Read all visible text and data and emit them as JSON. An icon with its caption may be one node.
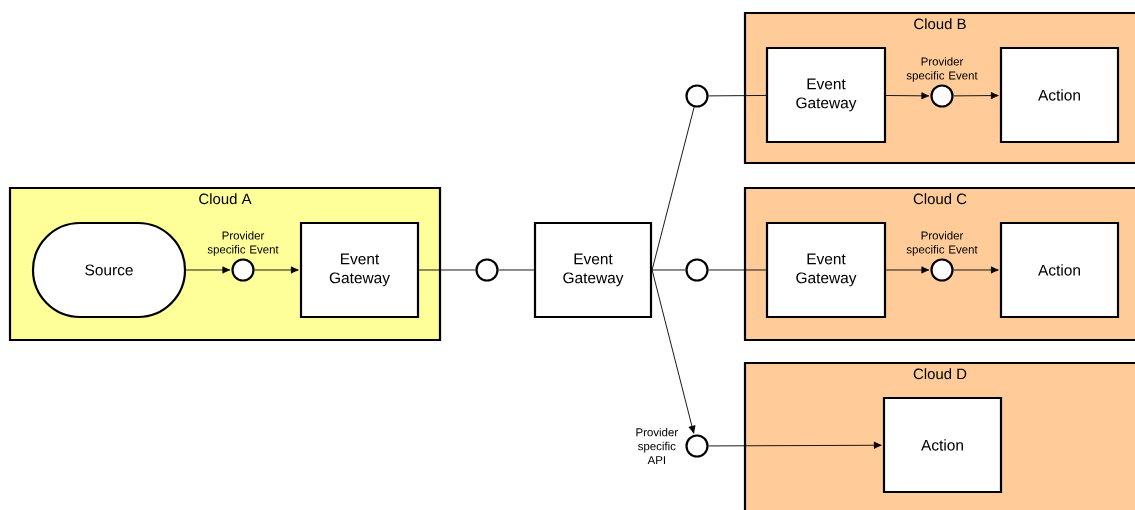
{
  "diagram": {
    "nodes": [
      {
        "text": [
          "Cloud A"
        ]
      },
      {
        "text": [
          "Source"
        ],
        "in": 0
      },
      {
        "text": [],
        "shape": "circle",
        "in": 0,
        "beside": [
          "Provider specific Event"
        ]
      },
      {
        "text": [
          "Event Gateway"
        ],
        "in": 0
      },
      {
        "text": [],
        "shape": "circle"
      },
      {
        "text": [
          "Event Gateway"
        ]
      },
      {
        "text": [
          "Cloud B"
        ]
      },
      {
        "text": [],
        "shape": "circle"
      },
      {
        "text": [
          "Event Gateway"
        ],
        "in": 6
      },
      {
        "text": [],
        "shape": "circle",
        "in": 6,
        "beside": [
          "Provider specific Event"
        ]
      },
      {
        "text": [
          "Action"
        ],
        "in": 6
      },
      {
        "text": [
          "Cloud C"
        ]
      },
      {
        "text": [],
        "shape": "circle"
      },
      {
        "text": [
          "Event Gateway"
        ],
        "in": 11
      },
      {
        "text": [],
        "shape": "circle",
        "in": 11,
        "beside": [
          "Provider specific Event"
        ]
      },
      {
        "text": [
          "Action"
        ],
        "in": 11
      },
      {
        "text": [
          "Cloud D"
        ]
      },
      {
        "text": [],
        "shape": "circle",
        "beside": [
          "Provider specific API"
        ]
      },
      {
        "text": [
          "Action"
        ],
        "in": 16
      }
    ],
    "edges": [
      {
        "from": 1,
        "to": 2,
        "arrow": "to"
      },
      {
        "from": 2,
        "to": 3,
        "arrow": "to"
      },
      {
        "from": 3,
        "to": 4,
        "arrow": "none"
      },
      {
        "from": 4,
        "to": 5,
        "arrow": "none"
      },
      {
        "from": 5,
        "to": 7,
        "arrow": "none"
      },
      {
        "from": 7,
        "to": 8,
        "arrow": "none"
      },
      {
        "from": 8,
        "to": 9,
        "arrow": "to"
      },
      {
        "from": 9,
        "to": 10,
        "arrow": "to"
      },
      {
        "from": 5,
        "to": 12,
        "arrow": "none"
      },
      {
        "from": 12,
        "to": 13,
        "arrow": "none"
      },
      {
        "from": 13,
        "to": 14,
        "arrow": "to"
      },
      {
        "from": 14,
        "to": 15,
        "arrow": "to"
      },
      {
        "from": 5,
        "to": 17,
        "arrow": "to"
      },
      {
        "from": 17,
        "to": 18,
        "arrow": "to"
      }
    ]
  }
}
